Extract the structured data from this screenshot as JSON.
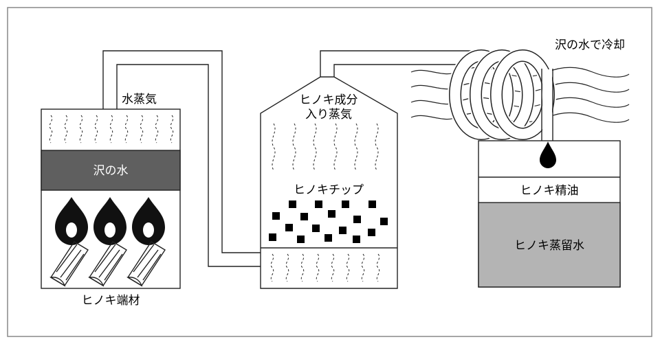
{
  "labels": {
    "steam": "水蒸気",
    "stream_water": "沢の水",
    "offcuts": "ヒノキ端材",
    "component_steam_line1": "ヒノキ成分",
    "component_steam_line2": "入り蒸気",
    "chips": "ヒノキチップ",
    "cooling": "沢の水で冷却",
    "essential_oil": "ヒノキ精油",
    "hydrosol": "ヒノキ蒸留水"
  },
  "colors": {
    "stream_water_band": "#5f5f5f",
    "hydrosol_fill": "#b4b4b4",
    "outline": "#222222",
    "frame": "#888888"
  },
  "icons": [
    "flame-icon",
    "log-icon",
    "droplet-icon",
    "coil-icon",
    "chip-square"
  ]
}
